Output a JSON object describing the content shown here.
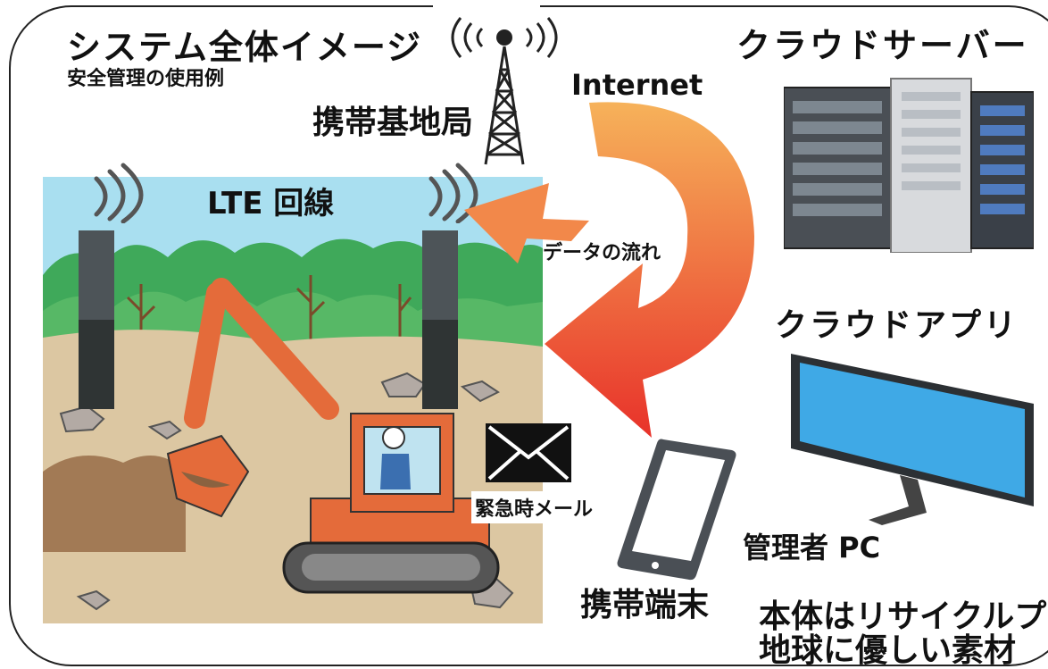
{
  "header": {
    "title": "システム全体イメージ",
    "subtitle": "安全管理の使用例"
  },
  "network": {
    "base_station_label": "携帯基地局",
    "internet_label": "Internet",
    "lte_label": "LTE 回線",
    "data_flow_label": "データの流れ"
  },
  "cloud": {
    "server_label": "クラウドサーバー",
    "app_label": "クラウドアプリ"
  },
  "devices": {
    "admin_pc_label": "管理者 PC",
    "mobile_label": "携帯端末",
    "email_label": "緊急時メール"
  },
  "footer": {
    "line1": "本体はリサイクルプ",
    "line2": "地球に優しい素材"
  },
  "icons": [
    "antenna-tower-icon",
    "server-rack-icon",
    "monitor-icon",
    "smartphone-icon",
    "envelope-icon",
    "wifi-signal-icon",
    "flow-arrow-icon"
  ],
  "colors": {
    "sky": "#a9dff0",
    "ground": "#dcc7a2",
    "excavator": "#e46b3a",
    "monitor_screen": "#3fa9e6",
    "arrow_start": "#f6b25a",
    "arrow_end": "#e8322a"
  }
}
